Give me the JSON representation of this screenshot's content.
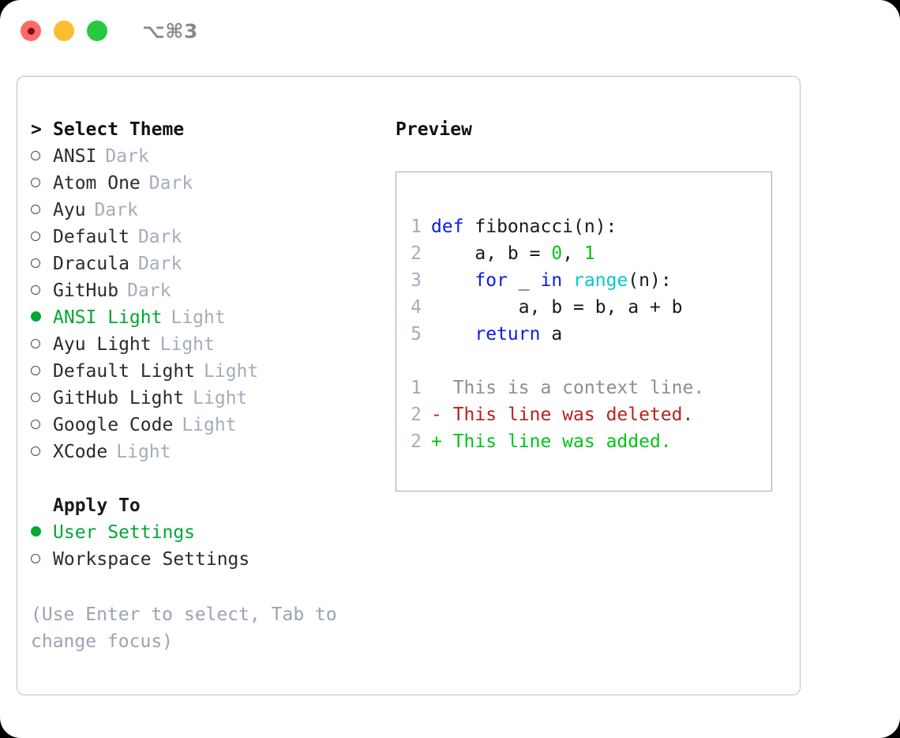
{
  "titlebar": {
    "keys_label": "⌥⌘3",
    "dots": [
      {
        "name": "close",
        "color": "#fd6a6a"
      },
      {
        "name": "minimize",
        "color": "#fdbe2e"
      },
      {
        "name": "maximize",
        "color": "#28c840"
      }
    ]
  },
  "theme_picker": {
    "header_marker": ">",
    "header_label": "Select Theme",
    "unselected_marker": "○",
    "selected_marker": "●",
    "items": [
      {
        "name": "ANSI",
        "tag": "Dark",
        "selected": false
      },
      {
        "name": "Atom One",
        "tag": "Dark",
        "selected": false
      },
      {
        "name": "Ayu",
        "tag": "Dark",
        "selected": false
      },
      {
        "name": "Default",
        "tag": "Dark",
        "selected": false
      },
      {
        "name": "Dracula",
        "tag": "Dark",
        "selected": false
      },
      {
        "name": "GitHub",
        "tag": "Dark",
        "selected": false
      },
      {
        "name": "ANSI Light",
        "tag": "Light",
        "selected": true
      },
      {
        "name": "Ayu Light",
        "tag": "Light",
        "selected": false
      },
      {
        "name": "Default Light",
        "tag": "Light",
        "selected": false
      },
      {
        "name": "GitHub Light",
        "tag": "Light",
        "selected": false
      },
      {
        "name": "Google Code",
        "tag": "Light",
        "selected": false
      },
      {
        "name": "XCode",
        "tag": "Light",
        "selected": false
      }
    ]
  },
  "apply_to": {
    "header_label": "Apply To",
    "options": [
      {
        "name": "User Settings",
        "selected": true
      },
      {
        "name": "Workspace Settings",
        "selected": false
      }
    ]
  },
  "hint": {
    "text": "(Use Enter to select, Tab to change focus)"
  },
  "preview": {
    "title": "Preview",
    "code_lines": [
      {
        "lno": "1",
        "tokens": [
          {
            "t": "def ",
            "c": "kw"
          },
          {
            "t": "fibonacci(n):",
            "c": "plain"
          }
        ]
      },
      {
        "lno": "2",
        "tokens": [
          {
            "t": "    a, b = ",
            "c": "plain"
          },
          {
            "t": "0",
            "c": "num"
          },
          {
            "t": ", ",
            "c": "plain"
          },
          {
            "t": "1",
            "c": "num"
          }
        ]
      },
      {
        "lno": "3",
        "tokens": [
          {
            "t": "    ",
            "c": "plain"
          },
          {
            "t": "for",
            "c": "kw"
          },
          {
            "t": " _ ",
            "c": "plain"
          },
          {
            "t": "in",
            "c": "kw"
          },
          {
            "t": " ",
            "c": "plain"
          },
          {
            "t": "range",
            "c": "fn"
          },
          {
            "t": "(n):",
            "c": "plain"
          }
        ]
      },
      {
        "lno": "4",
        "tokens": [
          {
            "t": "        a, b = b, a + b",
            "c": "plain"
          }
        ]
      },
      {
        "lno": "5",
        "tokens": [
          {
            "t": "    ",
            "c": "plain"
          },
          {
            "t": "return",
            "c": "kw"
          },
          {
            "t": " a",
            "c": "plain"
          }
        ]
      }
    ],
    "diff_lines": [
      {
        "lno": "1",
        "marker": " ",
        "text": "This is a context line.",
        "kind": "ctx"
      },
      {
        "lno": "2",
        "marker": "-",
        "text": "This line was deleted.",
        "kind": "del"
      },
      {
        "lno": "2",
        "marker": "+",
        "text": "This line was added.",
        "kind": "add"
      }
    ]
  },
  "colors": {
    "accent_green": "#00a832",
    "keyword_blue": "#0b1ce8",
    "function_cyan": "#00c8cd",
    "number_green": "#00c415",
    "diff_delete_red": "#b8221c",
    "diff_add_green": "#00c415",
    "muted_gray": "#a4adbb",
    "border_gray": "#b7c0cc"
  }
}
